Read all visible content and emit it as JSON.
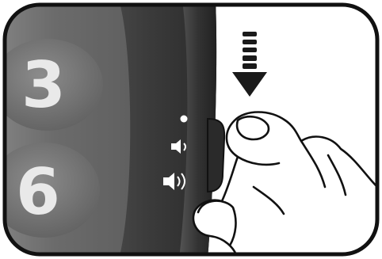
{
  "illustration": {
    "keypad": {
      "keys": [
        {
          "label": "3"
        },
        {
          "label": "6"
        }
      ]
    },
    "volume_icons": [
      "dot-icon",
      "speaker-low-icon",
      "speaker-high-icon"
    ],
    "arrow": {
      "direction": "down",
      "icon": "arrow-down-icon"
    },
    "colors": {
      "background": "#ffffff",
      "device_body": "#3a3a3a",
      "device_side": "#2a2a2a",
      "key_face": "#7d7d7d",
      "key_text": "#e9e9e9",
      "frame": "#111111"
    }
  }
}
